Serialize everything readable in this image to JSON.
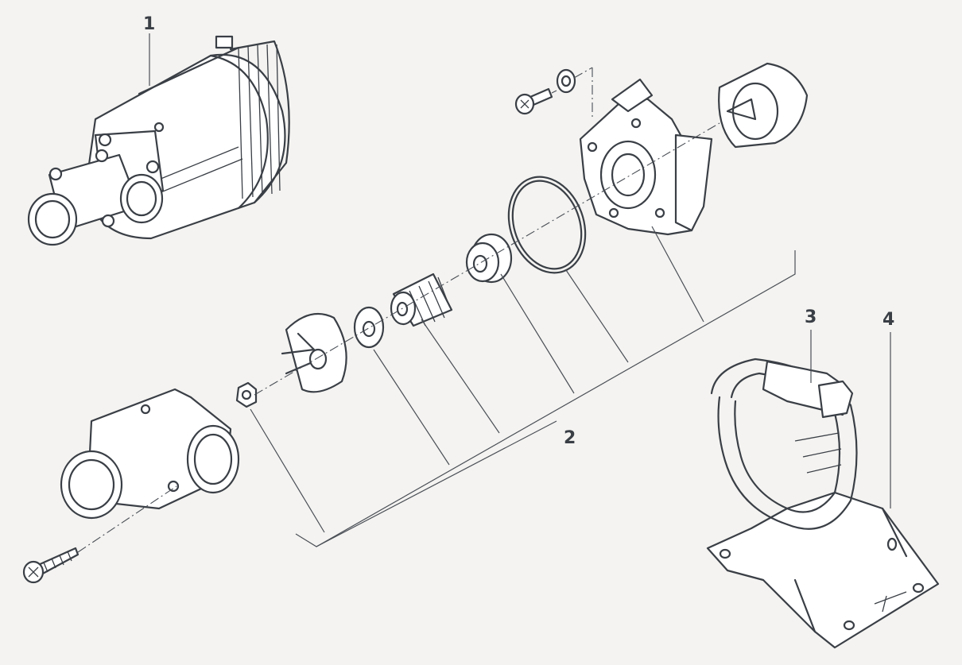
{
  "callouts": {
    "c1": "1",
    "c2": "2",
    "c3": "3",
    "c4": "4"
  },
  "colors": {
    "background": "#f4f3f1",
    "ink": "#3a3f46"
  }
}
